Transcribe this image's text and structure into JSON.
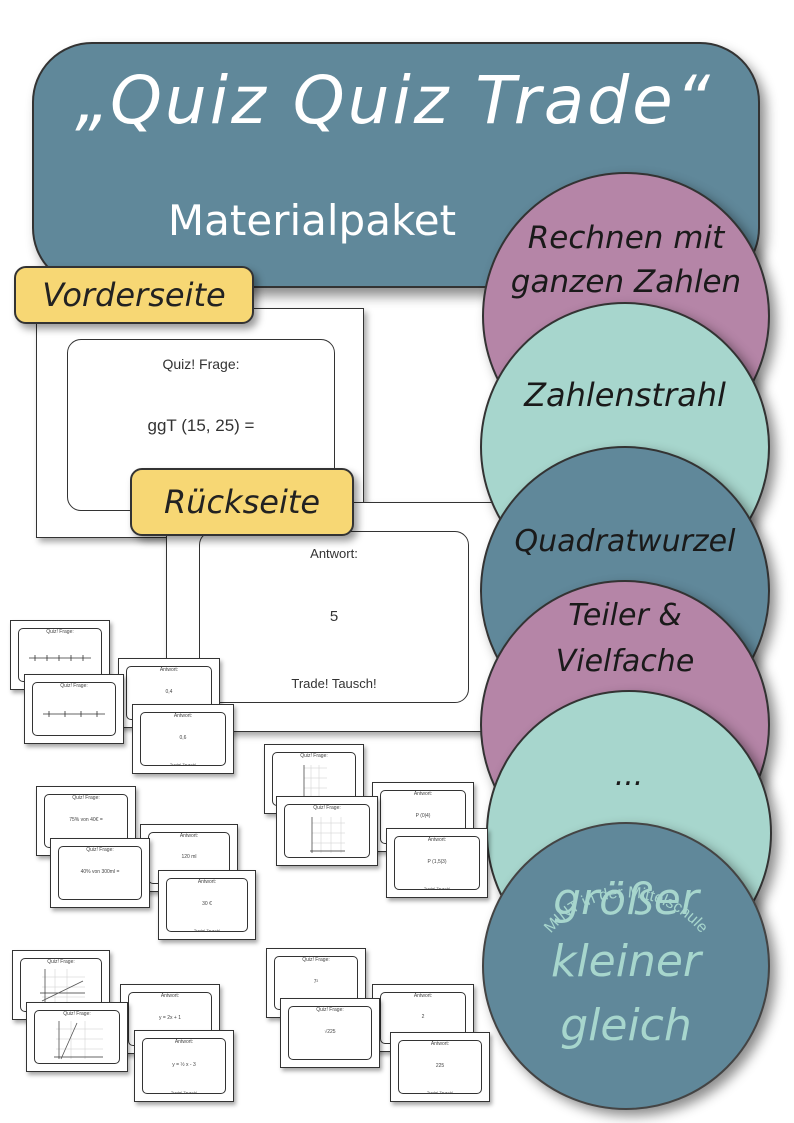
{
  "header": {
    "title": "„Quiz Quiz Trade“",
    "subtitle": "Materialpaket"
  },
  "labels": {
    "front": "Vorderseite",
    "back": "Rückseite"
  },
  "front_card": {
    "heading": "Quiz! Frage:",
    "question": "ggT (15, 25) ="
  },
  "back_card": {
    "heading": "Antwort:",
    "answer": "5",
    "footer": "Trade! Tausch!"
  },
  "topics": [
    {
      "line1": "Rechnen mit",
      "line2": "ganzen Zahlen",
      "color": "#b585a7"
    },
    {
      "line1": "Zahlenstrahl",
      "line2": "",
      "color": "#a7d6cd"
    },
    {
      "line1": "Quadratwurzel",
      "line2": "",
      "color": "#60889a"
    },
    {
      "line1": "Teiler &",
      "line2": "Vielfache",
      "color": "#b585a7"
    },
    {
      "line1": "...",
      "line2": "",
      "color": "#a7d6cd"
    }
  ],
  "badge": {
    "arc_text": "MINT in der Mittelschule",
    "line1": "größer",
    "line2": "kleiner",
    "line3": "gleich",
    "color": "#60889a",
    "text_color": "#a7d6cd"
  },
  "thumbnails": {
    "quiz_heading": "Quiz! Frage:",
    "answer_heading": "Antwort:",
    "trade": "Trade! Tausch!",
    "set1": {
      "a1": "0,4",
      "a2": "0,6"
    },
    "set2": {
      "q1": "75% von 40€ =",
      "q2": "40% von 300ml =",
      "a1": "120 ml",
      "a2": "30 €"
    },
    "set3": {
      "a1": "P (0|4)",
      "a2": "P (1,5|3)"
    },
    "set4": {
      "a1": "y = 2x + 1",
      "a2": "y = ½ x - 3"
    },
    "set5": {
      "q1": "7²",
      "q2": "√225",
      "a1": "2",
      "a2": "225"
    }
  }
}
